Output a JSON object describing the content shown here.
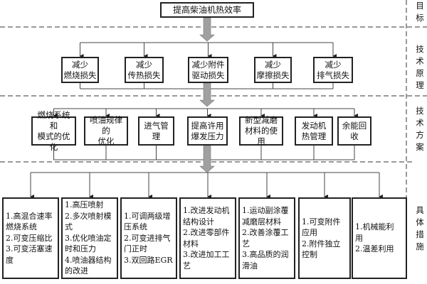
{
  "goal": "提高柴油机热效率",
  "principles": [
    "减少\n燃烧损失",
    "减少\n传热损失",
    "减少附件\n驱动损失",
    "减少\n摩擦损失",
    "减少\n排气损失"
  ],
  "schemes": [
    "燃烧系统和\n模式的优化",
    "喷油规律的\n优化",
    "进气管理",
    "提高许用\n爆发压力",
    "新型减磨\n材料的使用",
    "发动机\n热管理",
    "余能回收"
  ],
  "measures": [
    "1.高混合速率\n燃烧系统\n2.可变压缩比\n3.可变活塞速\n度",
    "1.高压喷射\n2.多次喷射模\n式\n3.优化喷油定\n时和压力\n4.喷油器结构\n的改进",
    "1.可调两级增\n压系统\n2.可变进排气\n门正时\n3.双回路EGR",
    "1.改进发动机\n结构设计\n2.改进零部件\n材料\n3.改进加工工\n艺",
    "1.运动副涂覆\n减磨层材料\n2.改善涂覆工\n艺\n3.高品质的润\n滑油",
    "1.可变附件\n应用\n2.附件独立\n控制",
    "1.机械能利\n用\n2.温差利用"
  ],
  "side_labels": [
    "目标",
    "技术原理",
    "技术方案",
    "具体措施"
  ],
  "colors": {
    "arrow": "#a0a0a0",
    "line": "#222222"
  }
}
